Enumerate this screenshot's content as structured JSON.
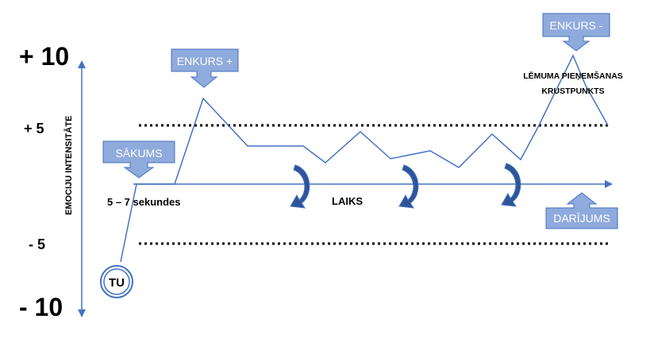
{
  "y_axis": {
    "label": "EMOCIJU INTENSITĀTE",
    "plus_ten": "+ 10",
    "plus_five": "+ 5",
    "minus_five": "- 5",
    "minus_ten": "- 10"
  },
  "time_axis": {
    "label": "LAIKS"
  },
  "duration_label": "5 – 7 sekundes",
  "start_node": "TU",
  "callouts": {
    "start": "SĀKUMS",
    "anchor_plus": "ENKURS +",
    "anchor_minus": "ENKURS -",
    "deal": "DARĪJUMS"
  },
  "decision": {
    "line1": "LĒMUMA PIEŅEMŠANAS",
    "line2": "KRUSTPUNKTS"
  },
  "colors": {
    "line": "#4472c4",
    "callout_fill": "#8faadc",
    "axis_dark": "#2e5597",
    "dotted": "#000000"
  }
}
